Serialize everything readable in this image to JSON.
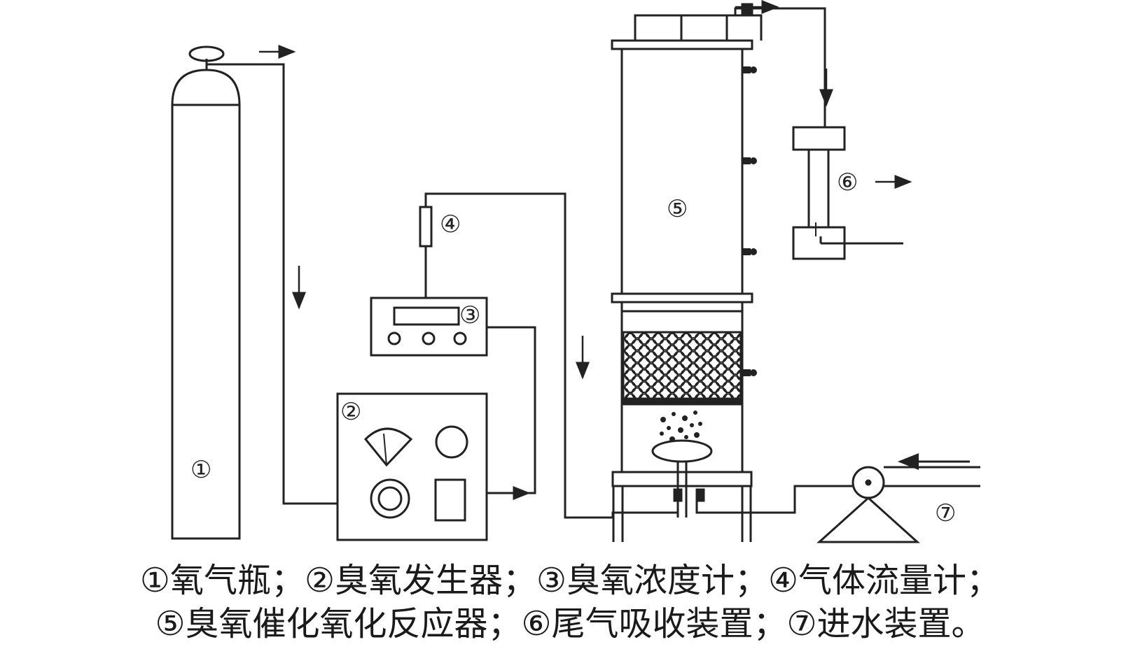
{
  "labels": {
    "oxygen_cylinder": "①",
    "ozone_generator": "②",
    "ozone_meter": "③",
    "gas_flowmeter": "④",
    "reactor": "⑤",
    "tail_gas_absorber": "⑥",
    "water_inlet": "⑦"
  },
  "caption": {
    "line1": "①氧气瓶；②臭氧发生器；③臭氧浓度计；④气体流量计；",
    "line2": "⑤臭氧催化氧化反应器；⑥尾气吸收装置；⑦进水装置。"
  }
}
